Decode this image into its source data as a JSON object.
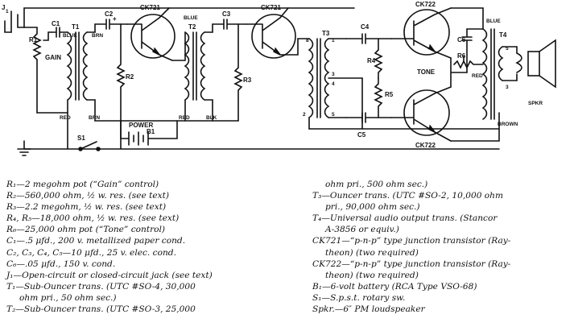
{
  "schematic": {
    "labels": {
      "j1": "J",
      "j1_sub": "1",
      "r1": "R1",
      "c1": "C1",
      "blue1": "BLUE",
      "t1": "T1",
      "gain": "GAIN",
      "red1": "RED",
      "c2": "C2",
      "brn": "BRN",
      "brn2": "BRN",
      "plus": "+",
      "r2": "R2",
      "q1": "CK721",
      "blue2": "BLUE",
      "t2": "T2",
      "c3": "C3",
      "red2": "RED",
      "blk": "BLK",
      "r3": "R3",
      "q2": "CK721",
      "t3": "T3",
      "c4": "C4",
      "r4": "R4",
      "r5": "R5",
      "c5": "C5",
      "q3": "CK722",
      "q4": "CK722",
      "c6": "C6",
      "blue3": "BLUE",
      "t4": "T4",
      "r6": "R6",
      "tone": "TONE",
      "red3": "RED",
      "brown": "BROWN",
      "spkr": "SPKR",
      "power": "POWER",
      "b1": "B1",
      "s1": "S1",
      "pin8": "8",
      "pin1": "1",
      "pin3": "3",
      "pin4": "4",
      "pin5": "5",
      "pin2": "2",
      "t4pin5": "5",
      "t4pin3": "3"
    }
  },
  "parts_left": [
    "R₁—2 megohm pot (“Gain” control)",
    "R₂—560,000 ohm, ½ w. res. (see text)",
    "R₃—2.2 megohm, ½ w. res. (see text)",
    "R₄, R₅—18,000 ohm, ½ w. res. (see text)",
    "R₆—25,000 ohm pot (“Tone” control)",
    "C₁—.5 μfd., 200 v. metallized paper cond.",
    "C₂, C₃, C₄, C₅—10 μfd., 25 v. elec. cond.",
    "C₆—.05 μfd., 150 v. cond.",
    "J₁—Open-circuit or closed-circuit jack (see text)",
    "T₁—Sub-Ouncer trans. (UTC #SO-4, 30,000",
    "ohm pri., 50 ohm sec.)",
    "T₂—Sub-Ouncer trans. (UTC #SO-3, 25,000"
  ],
  "parts_right": [
    "ohm pri., 500 ohm sec.)",
    "T₃—Ouncer trans. (UTC #SO-2, 10,000 ohm",
    "pri., 90,000 ohm sec.)",
    "T₄—Universal audio output trans. (Stancor",
    "A-3856 or equiv.)",
    "CK721—“p-n-p” type junction transistor (Ray-",
    "theon) (two required)",
    "CK722—“p-n-p” type junction transistor (Ray-",
    "theon) (two required)",
    "B₁—6-volt battery (RCA Type VSO-68)",
    "S₁—S.p.s.t. rotary sw.",
    "Spkr.—6″ PM loudspeaker"
  ]
}
